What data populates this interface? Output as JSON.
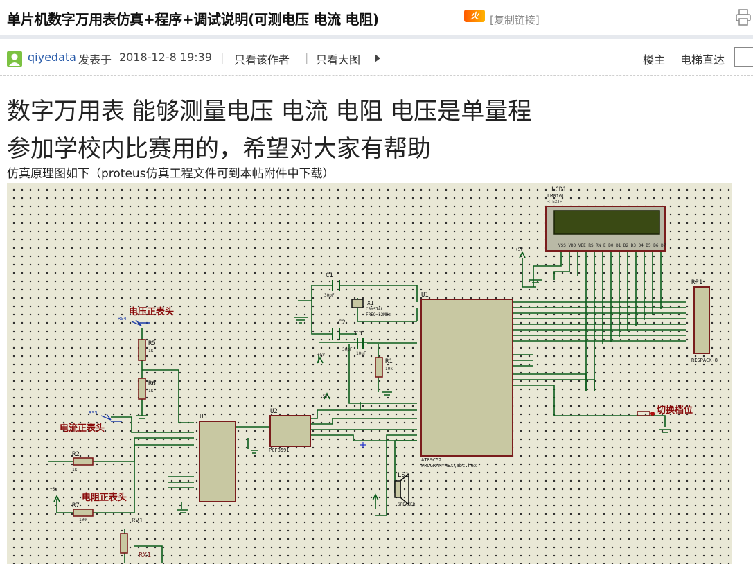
{
  "header": {
    "title": "单片机数字万用表仿真+程序+调试说明(可测电压 电流 电阻)",
    "hot_badge": "火",
    "copy_link": "[复制链接]"
  },
  "meta": {
    "author": "qiyedata",
    "posted_label": "发表于",
    "post_time": "2018-12-8 19:39",
    "separator": "|",
    "only_author": "只看该作者",
    "only_image": "只看大图",
    "floor": "楼主",
    "elevator": "电梯直达"
  },
  "content": {
    "line1": "数字万用表  能够测量电压 电流 电阻  电压是单量程",
    "line2": "参加学校内比赛用的，希望对大家有帮助",
    "caption": "仿真原理图如下（proteus仿真工程文件可到本帖附件中下载）"
  },
  "schematic": {
    "labels": {
      "lcd_ref": "LCD1",
      "lcd_part": "LM016L",
      "lcd_text": "<TEXT>",
      "rp1_ref": "RP1",
      "rp1_part": "RESPACK-8",
      "u1_ref": "U1",
      "u1_part": "AT89C52",
      "u1_foot": "PROGRAM=HEX\\abc.hex",
      "u2_ref": "U2",
      "u2_part": "PCF8591",
      "u3_ref": "U3",
      "c1_ref": "C1",
      "c1_val": "30pF",
      "c2_ref": "C2",
      "c2_val": "30pF",
      "c3_ref": "C3",
      "c3_val": "10uF",
      "x1_ref": "X1",
      "x1_part": "CRYSTAL",
      "x1_freq": "FREQ=12MHz",
      "r1_ref": "R1",
      "r1_val": "10k",
      "r2_ref": "R2",
      "r2_val": "1k",
      "r5_ref": "R5",
      "r5_val": "1k",
      "r6_ref": "R6",
      "r6_val": "1k",
      "r7_ref": "R7",
      "r7_val": "100",
      "rv1_ref": "RV1",
      "rx1_ref": "RX1",
      "ls1_ref": "LS1",
      "ls1_part": "SPEAKER",
      "rs4": "RS4",
      "rs3": "RS3",
      "voltage_probe": "电压正表头",
      "current_probe": "电流正表头",
      "resistor_probe": "电阻正表头",
      "switch_range": "切换档位",
      "plus5v": "+5V",
      "lcd_pins": "VSS VDD VEE RS RW E D0 D1 D2 D3 D4 D5 D6 D7"
    }
  }
}
